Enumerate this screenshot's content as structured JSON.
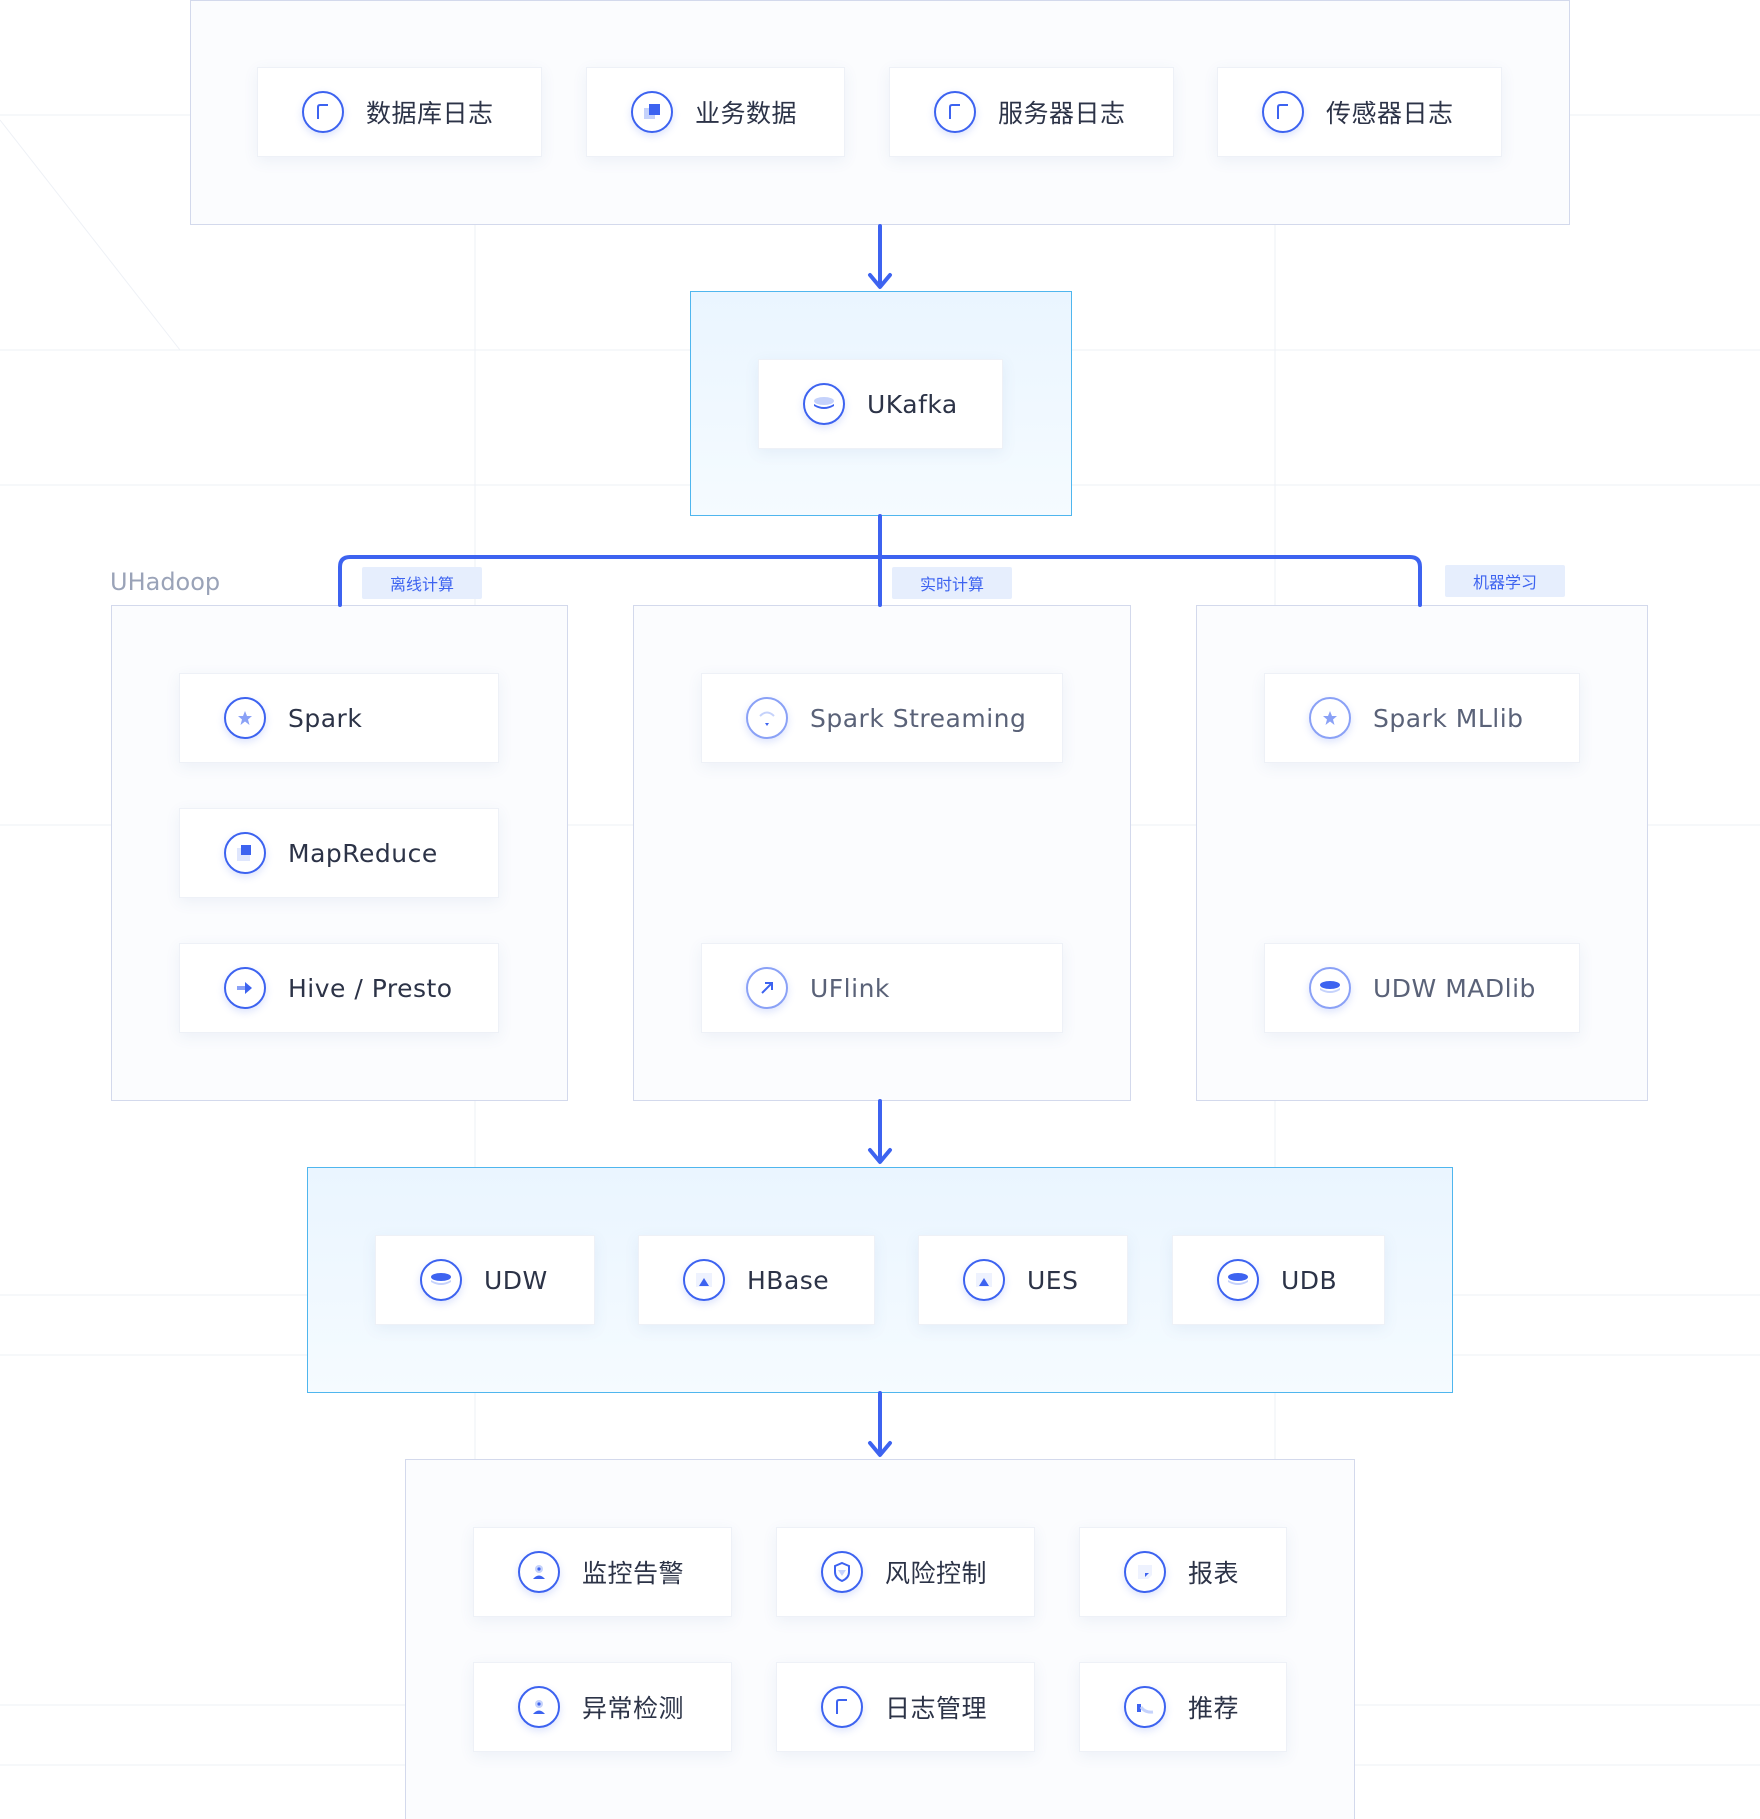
{
  "sources": [
    "数据库日志",
    "业务数据",
    "服务器日志",
    "传感器日志"
  ],
  "kafka": "UKafka",
  "uhadoop_title": "UHadoop",
  "branches": [
    {
      "tag": "离线计算",
      "items": [
        "Spark",
        "MapReduce",
        "Hive / Presto"
      ]
    },
    {
      "tag": "实时计算",
      "items": [
        "Spark Streaming",
        "UFlink"
      ]
    },
    {
      "tag": "机器学习",
      "items": [
        "Spark MLlib",
        "UDW MADlib"
      ]
    }
  ],
  "storage": [
    "UDW",
    "HBase",
    "UES",
    "UDB"
  ],
  "applications": [
    "监控告警",
    "风险控制",
    "报表",
    "异常检测",
    "日志管理",
    "推荐"
  ],
  "colors": {
    "accent": "#3d63f0",
    "highlight_border": "#4fb6ee",
    "panel_border": "#d3d9ec"
  },
  "icons": {
    "sources": [
      "document-icon",
      "layers-icon",
      "document-icon",
      "document-icon"
    ],
    "kafka": "database-icon",
    "branches": [
      [
        "star-icon",
        "square-icon",
        "arrow-right-icon"
      ],
      [
        "signal-icon",
        "arrow-up-right-icon"
      ],
      [
        "star-icon",
        "database-icon"
      ]
    ],
    "storage": [
      "database-icon",
      "triangle-icon",
      "triangle-icon",
      "database-icon"
    ],
    "applications": [
      "user-icon",
      "shield-icon",
      "chart-icon",
      "user-icon",
      "document-icon",
      "curve-icon"
    ]
  }
}
